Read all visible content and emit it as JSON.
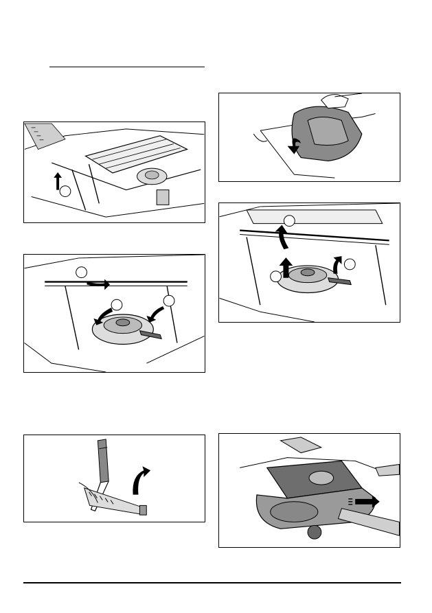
{
  "page": {
    "figures": [
      {
        "id": "fig-1",
        "subject": "mower-deck-lift-arrow",
        "callouts": [
          "",
          ""
        ]
      },
      {
        "id": "fig-2",
        "subject": "deck-bar-and-pulleys",
        "callouts": [
          "",
          "",
          ""
        ]
      },
      {
        "id": "fig-3",
        "subject": "lever-tool-rotation",
        "callouts": []
      },
      {
        "id": "fig-4",
        "subject": "belt-cover-removal",
        "callouts": []
      },
      {
        "id": "fig-5",
        "subject": "pulley-lift-arrows",
        "callouts": [
          "",
          "",
          ""
        ]
      },
      {
        "id": "fig-6",
        "subject": "deck-pull-out",
        "callouts": []
      }
    ],
    "colors": {
      "line": "#000000",
      "shade": "#d9d9d9",
      "dark": "#6e6e6e",
      "bg": "#ffffff"
    },
    "icons": [
      "arrow-up-icon",
      "arrow-curve-icon",
      "arrow-right-icon"
    ]
  }
}
